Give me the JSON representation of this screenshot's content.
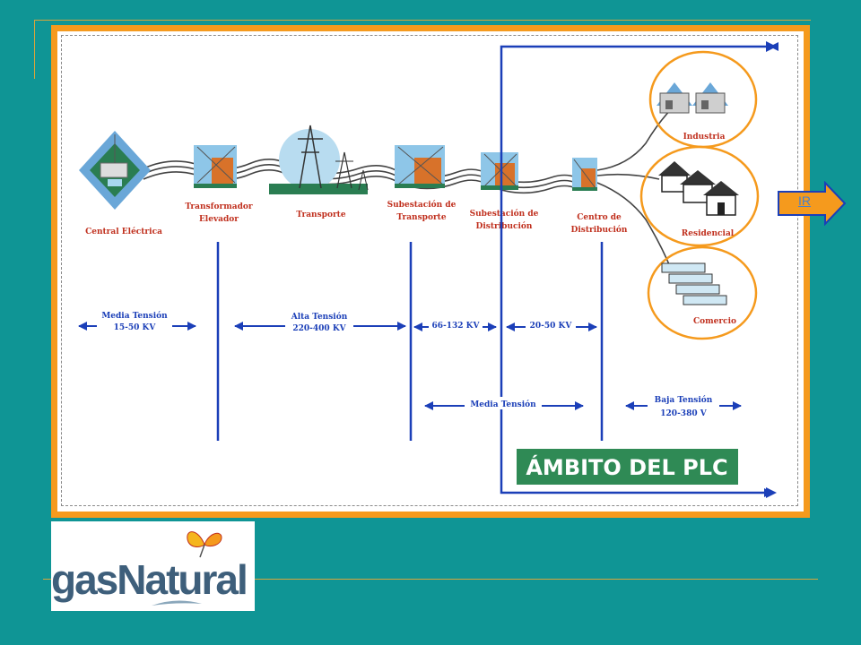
{
  "diagram": {
    "nodes": {
      "central": [
        "Central Eléctrica"
      ],
      "transformador": [
        "Transformador",
        "Elevador"
      ],
      "transporte": [
        "Transporte"
      ],
      "subtransporte": [
        "Subestación de",
        "Transporte"
      ],
      "subdistribucion": [
        "Subestación de",
        "Distribución"
      ],
      "centro": [
        "Centro de",
        "Distribución"
      ],
      "industria": [
        "Industria"
      ],
      "residencial": [
        "Residencial"
      ],
      "comercio": [
        "Comercio"
      ]
    },
    "voltages": {
      "media1": [
        "Media Tensión",
        "15-50 KV"
      ],
      "alta": [
        "Alta Tensión",
        "220-400 KV"
      ],
      "kv66": [
        "66-132 KV"
      ],
      "kv20": [
        "20-50 KV"
      ],
      "media2": [
        "Media Tensión"
      ],
      "baja": [
        "Baja Tensión",
        "120-380 V"
      ]
    },
    "plc_label": "ÁMBITO DEL PLC"
  },
  "nav": {
    "ir_label": "IR"
  },
  "logo": {
    "text": "gasNatural"
  },
  "colors": {
    "background": "#0f9595",
    "frame": "#f59a1d",
    "arrow_blue": "#1b3fb8",
    "plc_green": "#2f8a55",
    "label_red": "#c0301e"
  }
}
